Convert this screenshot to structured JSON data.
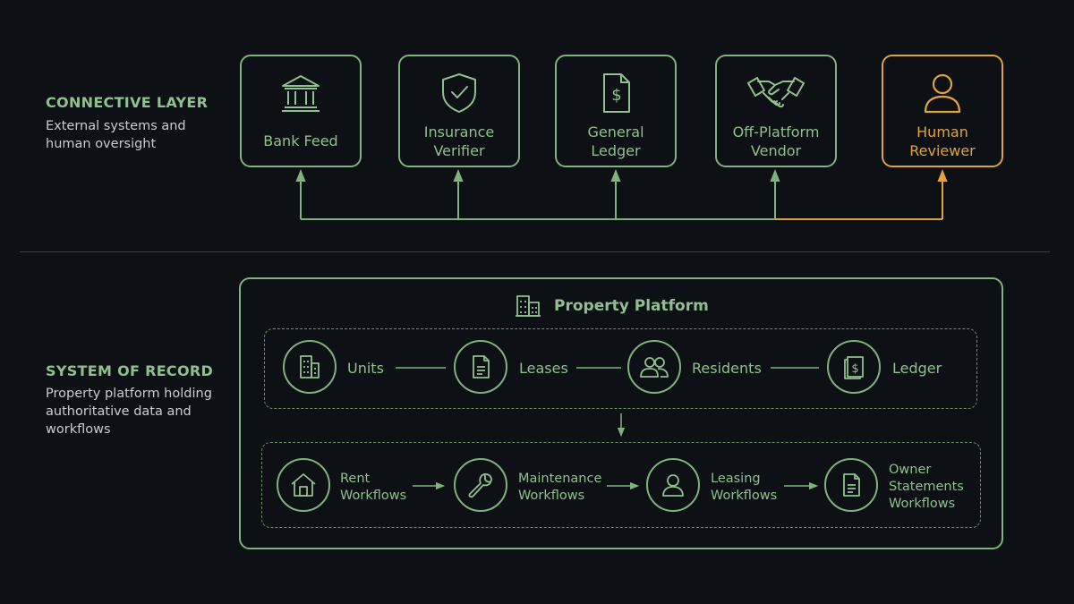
{
  "connective": {
    "heading": "CONNECTIVE LAYER",
    "description": "External systems and human oversight",
    "systems": [
      {
        "label1": "Bank Feed",
        "label2": "",
        "icon": "bank-icon"
      },
      {
        "label1": "Insurance",
        "label2": "Verifier",
        "icon": "shield-check-icon"
      },
      {
        "label1": "General",
        "label2": "Ledger",
        "icon": "ledger-document-icon"
      },
      {
        "label1": "Off-Platform",
        "label2": "Vendor",
        "icon": "handshake-icon"
      },
      {
        "label1": "Human",
        "label2": "Reviewer",
        "icon": "person-icon"
      }
    ]
  },
  "record": {
    "heading": "SYSTEM OF RECORD",
    "description": "Property platform holding authoritative data and workflows",
    "platform_title": "Property Platform",
    "platform_icon": "buildings-icon",
    "entities": [
      {
        "label": "Units",
        "icon": "building-icon"
      },
      {
        "label": "Leases",
        "icon": "document-icon"
      },
      {
        "label": "Residents",
        "icon": "people-icon"
      },
      {
        "label": "Ledger",
        "icon": "ledger-book-icon"
      }
    ],
    "workflows": [
      {
        "line1": "Rent",
        "line2": "Workflows",
        "line3": "",
        "icon": "house-icon"
      },
      {
        "line1": "Maintenance",
        "line2": "Workflows",
        "line3": "",
        "icon": "wrench-icon"
      },
      {
        "line1": "Leasing",
        "line2": "Workflows",
        "line3": "",
        "icon": "person-icon"
      },
      {
        "line1": "Owner",
        "line2": "Statements",
        "line3": "Workflows",
        "icon": "document-icon"
      }
    ]
  },
  "colors": {
    "accent": "#7fb27f",
    "highlight": "#e0a33c",
    "background": "#0d1014",
    "text_muted": "#c9ccd0"
  }
}
